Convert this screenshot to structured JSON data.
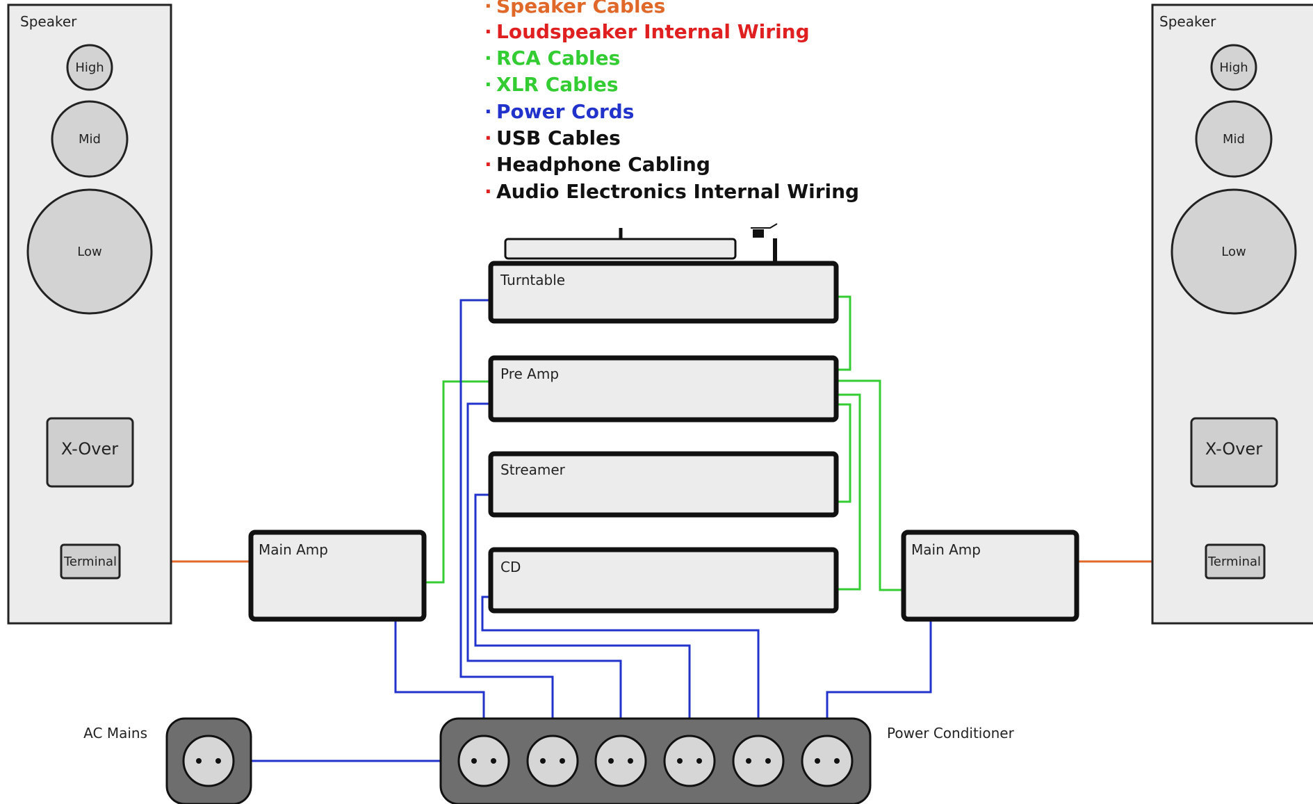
{
  "legend": [
    {
      "label": "Speaker Cables",
      "color": "#e0692a"
    },
    {
      "label": "Loudspeaker Internal Wiring",
      "color": "#e02020"
    },
    {
      "label": "RCA Cables",
      "color": "#33cc33"
    },
    {
      "label": "XLR Cables",
      "color": "#33cc33"
    },
    {
      "label": "Power Cords",
      "color": "#2233cc"
    },
    {
      "label": "USB Cables",
      "color": "#111111"
    },
    {
      "label": "Headphone Cabling",
      "color": "#111111"
    },
    {
      "label": "Audio Electronics Internal Wiring",
      "color": "#111111"
    }
  ],
  "legend_bullet": "·",
  "speakers": {
    "left": {
      "title": "Speaker",
      "high": "High",
      "mid": "Mid",
      "low": "Low",
      "xover": "X-Over",
      "terminal": "Terminal"
    },
    "right": {
      "title": "Speaker",
      "high": "High",
      "mid": "Mid",
      "low": "Low",
      "xover": "X-Over",
      "terminal": "Terminal"
    }
  },
  "components": {
    "turntable": "Turntable",
    "preamp": "Pre Amp",
    "streamer": "Streamer",
    "cd": "CD",
    "main_amp_left": "Main Amp",
    "main_amp_right": "Main Amp"
  },
  "power": {
    "ac_mains": "AC Mains",
    "conditioner": "Power Conditioner"
  }
}
